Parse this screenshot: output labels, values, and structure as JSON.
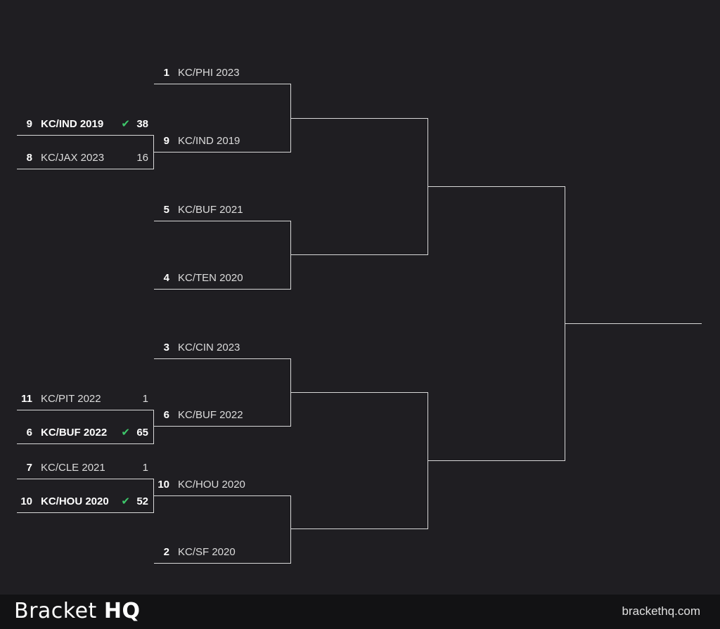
{
  "rounds": [
    {
      "name": "round-1",
      "matches": [
        {
          "slots": [
            {
              "seed": "9",
              "team": "KC/IND 2019",
              "score": "38",
              "winner": true
            },
            {
              "seed": "8",
              "team": "KC/JAX 2023",
              "score": "16",
              "winner": false
            }
          ]
        },
        {
          "slots": [
            {
              "seed": "11",
              "team": "KC/PIT 2022",
              "score": "1",
              "winner": false
            },
            {
              "seed": "6",
              "team": "KC/BUF 2022",
              "score": "65",
              "winner": true
            }
          ]
        },
        {
          "slots": [
            {
              "seed": "7",
              "team": "KC/CLE 2021",
              "score": "1",
              "winner": false
            },
            {
              "seed": "10",
              "team": "KC/HOU 2020",
              "score": "52",
              "winner": true
            }
          ]
        }
      ]
    },
    {
      "name": "round-2",
      "slots": [
        {
          "seed": "1",
          "team": "KC/PHI 2023"
        },
        {
          "seed": "9",
          "team": "KC/IND 2019"
        },
        {
          "seed": "5",
          "team": "KC/BUF 2021"
        },
        {
          "seed": "4",
          "team": "KC/TEN 2020"
        },
        {
          "seed": "3",
          "team": "KC/CIN 2023"
        },
        {
          "seed": "6",
          "team": "KC/BUF 2022"
        },
        {
          "seed": "10",
          "team": "KC/HOU 2020"
        },
        {
          "seed": "2",
          "team": "KC/SF 2020"
        }
      ]
    }
  ],
  "footer": {
    "brand_light": "Bracket",
    "brand_bold": "HQ",
    "site": "brackethq.com"
  },
  "colors": {
    "background": "#1f1e22",
    "footer": "#121214",
    "line": "#d8d8d8",
    "check": "#3ec76b"
  },
  "icons": {
    "winner_mark": "check-icon"
  }
}
